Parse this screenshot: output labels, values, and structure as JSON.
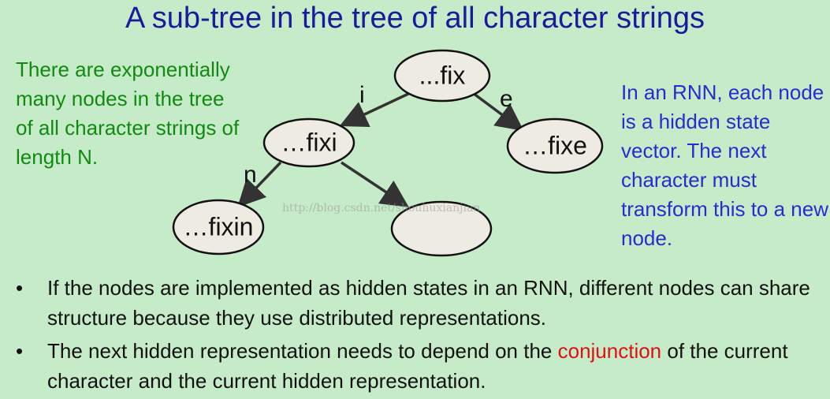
{
  "title": "A sub-tree in the tree of all character strings",
  "left_note": "There are exponentially many nodes in the tree of all character strings of length N.",
  "right_note": "In an RNN, each node is a hidden state vector. The next character must transform this to a new node.",
  "tree": {
    "nodes": {
      "root": "...fix",
      "fixi": "…fixi",
      "fixe": "…fixe",
      "fixin": "…fixin",
      "blank": ""
    },
    "edges": {
      "root_to_fixi": "i",
      "root_to_fixe": "e",
      "fixi_to_fixin": "n"
    }
  },
  "watermark": "http://blog.csdn.net/shouhuxianjian",
  "bullets": [
    {
      "marker": "•",
      "text": "If the nodes are implemented as hidden states in an RNN, different nodes can share structure because they use distributed representations."
    },
    {
      "marker": "•",
      "before": "The next hidden representation needs to depend on the ",
      "highlight": "conjunction",
      "after": " of the current character and  the current hidden representation."
    }
  ],
  "colors": {
    "background": "#c6ebc9",
    "title": "#1a1a9c",
    "left_note": "#128a12",
    "right_note": "#2a2ad0",
    "highlight": "#e01010"
  }
}
